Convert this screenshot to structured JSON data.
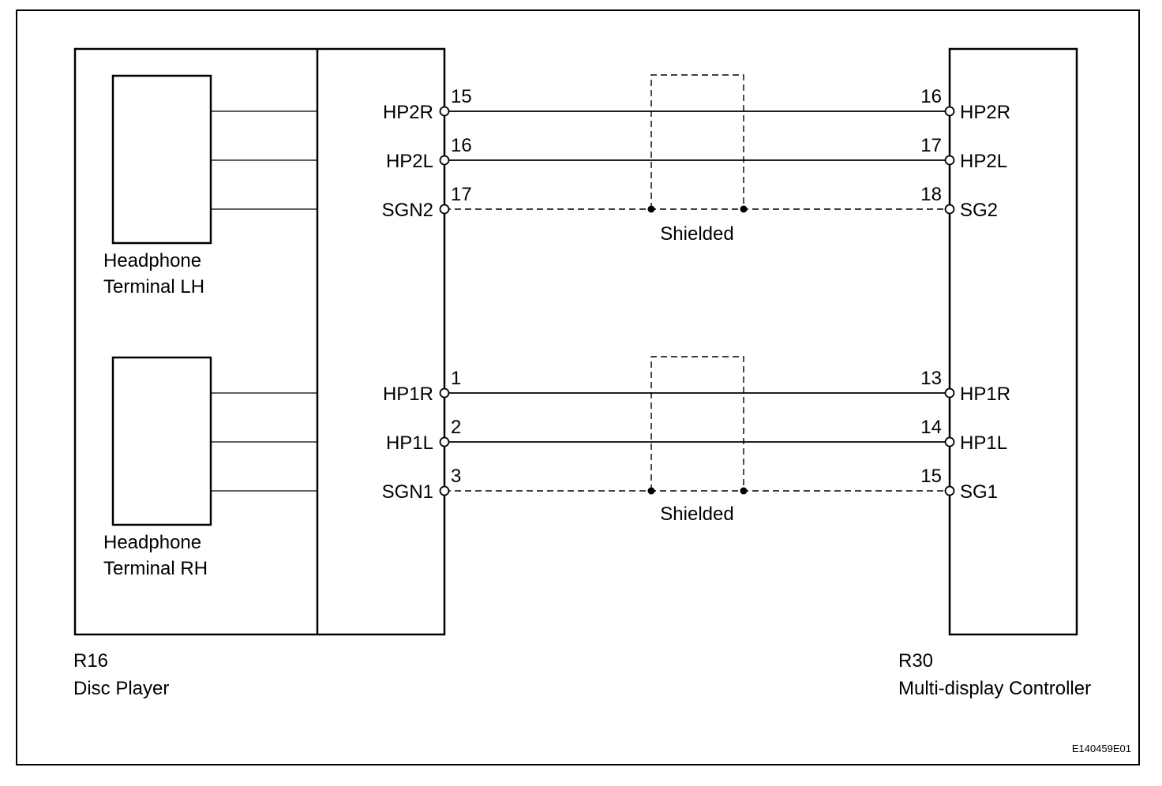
{
  "left_component": {
    "code": "R16",
    "name": "Disc Player",
    "sub_blocks": [
      {
        "label_line1": "Headphone",
        "label_line2": "Terminal LH"
      },
      {
        "label_line1": "Headphone",
        "label_line2": "Terminal RH"
      }
    ]
  },
  "right_component": {
    "code": "R30",
    "name": "Multi-display Controller"
  },
  "connections": [
    {
      "left_signal": "HP2R",
      "left_pin": "15",
      "right_pin": "16",
      "right_signal": "HP2R",
      "shielded": false
    },
    {
      "left_signal": "HP2L",
      "left_pin": "16",
      "right_pin": "17",
      "right_signal": "HP2L",
      "shielded": false
    },
    {
      "left_signal": "SGN2",
      "left_pin": "17",
      "right_pin": "18",
      "right_signal": "SG2",
      "shielded": true
    },
    {
      "left_signal": "HP1R",
      "left_pin": "1",
      "right_pin": "13",
      "right_signal": "HP1R",
      "shielded": false
    },
    {
      "left_signal": "HP1L",
      "left_pin": "2",
      "right_pin": "14",
      "right_signal": "HP1L",
      "shielded": false
    },
    {
      "left_signal": "SGN1",
      "left_pin": "3",
      "right_pin": "15",
      "right_signal": "SG1",
      "shielded": true
    }
  ],
  "shield_labels": [
    "Shielded",
    "Shielded"
  ],
  "figure_ref": "E140459E01"
}
